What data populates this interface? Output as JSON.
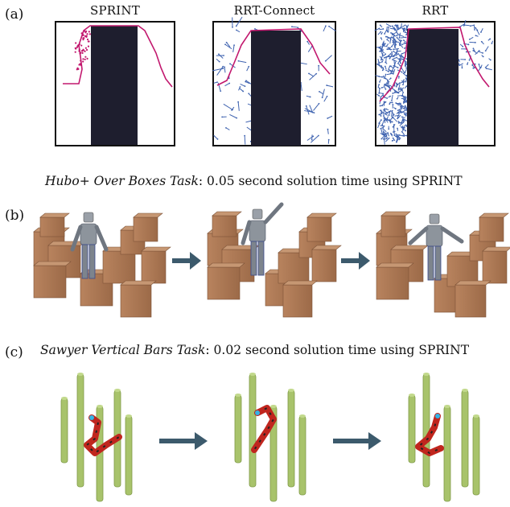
{
  "panels": {
    "a": {
      "label": "(a)",
      "titles": [
        "SPRINT",
        "RRT-Connect",
        "RRT"
      ]
    },
    "b": {
      "label": "(b)",
      "caption_task": "Hubo+ Over Boxes Task",
      "caption_rest": ": 0.05 second solution time using SPRINT"
    },
    "c": {
      "label": "(c)",
      "caption_task": "Sawyer Vertical Bars Task",
      "caption_rest": ": 0.02 second solution time using SPRINT"
    }
  },
  "colors": {
    "obstacle": "#1e1e2e",
    "path": "#c2186e",
    "tree": "#3f63b0",
    "box": "#a9744f",
    "arrow": "#3c5a6c",
    "bar": "#a8c36b"
  }
}
